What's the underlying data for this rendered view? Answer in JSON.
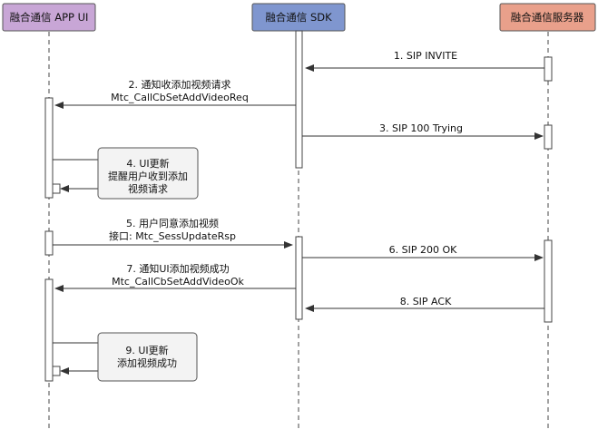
{
  "participants": [
    {
      "name": "融合通信 APP UI",
      "color": "#c8a6d6"
    },
    {
      "name": "融合通信 SDK",
      "color": "#7f96cf"
    },
    {
      "name": "融合通信服务器",
      "color": "#e9a08b"
    }
  ],
  "messages": [
    {
      "lines": [
        "1. SIP INVITE"
      ]
    },
    {
      "lines": [
        "2. 通知收添加视频请求",
        "Mtc_CallCbSetAddVideoReq"
      ]
    },
    {
      "lines": [
        "3. SIP 100 Trying"
      ]
    },
    {
      "lines": [
        "5. 用户同意添加视频",
        "接口: Mtc_SessUpdateRsp"
      ]
    },
    {
      "lines": [
        "6. SIP 200 OK"
      ]
    },
    {
      "lines": [
        "7. 通知UI添加视频成功",
        "Mtc_CallCbSetAddVideoOk"
      ]
    },
    {
      "lines": [
        "8. SIP ACK"
      ]
    }
  ],
  "notes": [
    {
      "lines": [
        "4. UI更新",
        "提醒用户收到添加",
        "视频请求"
      ]
    },
    {
      "lines": [
        "9. UI更新",
        "添加视频成功"
      ]
    }
  ]
}
